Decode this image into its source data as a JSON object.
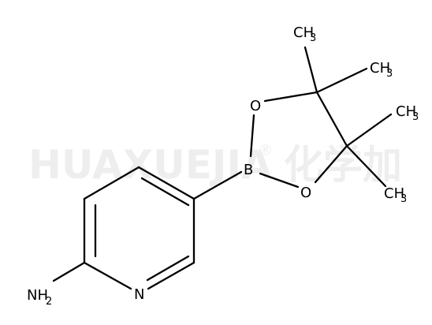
{
  "watermark": {
    "latin": "HUAXUEJIA",
    "registered": "®",
    "chinese": "化学加"
  },
  "atoms": {
    "o_top": "O",
    "o_bottom": "O",
    "boron": "B",
    "nitrogen": "N",
    "amine_n": "NH",
    "amine_sub": "2",
    "methyl_1": "CH",
    "methyl_1_sub": "3",
    "methyl_2": "CH",
    "methyl_2_sub": "3",
    "methyl_3": "CH",
    "methyl_3_sub": "3",
    "methyl_4": "CH",
    "methyl_4_sub": "3"
  }
}
